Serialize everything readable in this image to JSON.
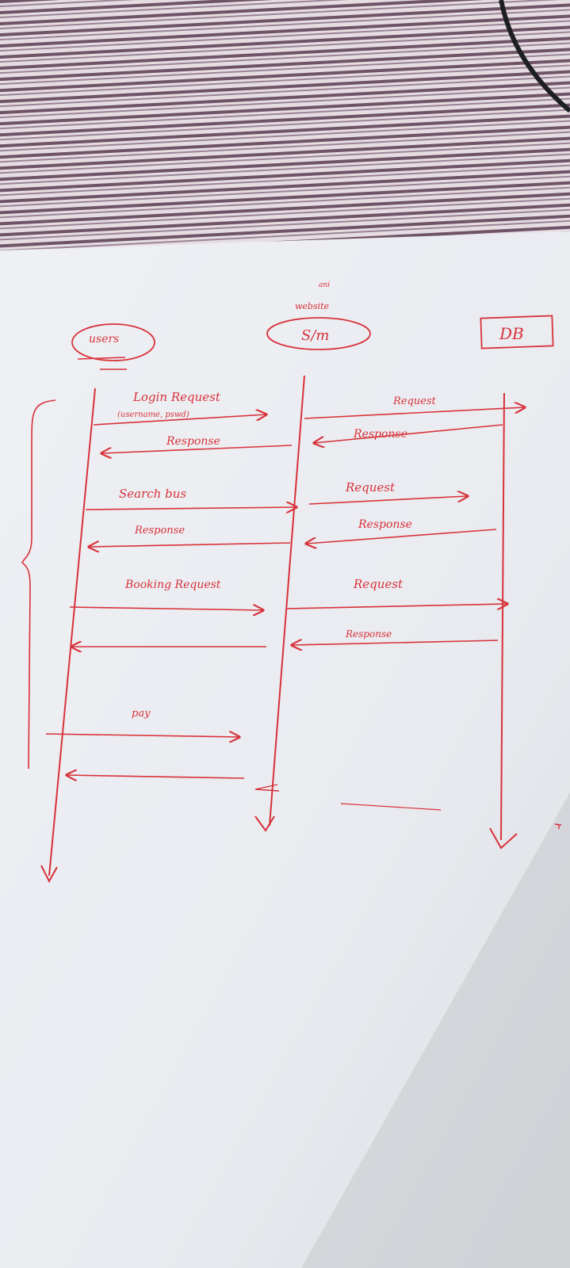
{
  "participants": {
    "user": "users",
    "system_note": "ani",
    "system_website": "website",
    "system": "S/m",
    "db": "DB"
  },
  "messages": {
    "login_request": "Login Request",
    "login_params": "(username, pswd)",
    "response_1": "Response",
    "search_bus": "Search bus",
    "response_2": "Response",
    "booking_request": "Booking Request",
    "pay": "pay",
    "db_request_1": "Request",
    "db_response_1": "Response",
    "db_request_2": "Request",
    "db_response_2": "Response",
    "db_request_3": "Request",
    "db_response_3": "Response"
  },
  "colors": {
    "ink": "#d8323a",
    "paper": "#eceef3",
    "fabric_light": "#e6dde3",
    "fabric_dark": "#6f5467",
    "background": "#d8d6d6"
  }
}
